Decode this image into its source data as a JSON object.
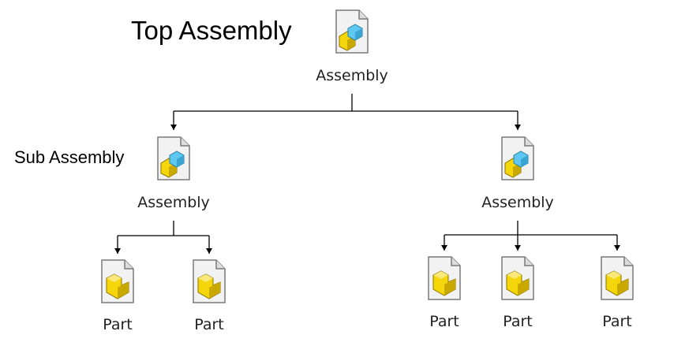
{
  "title": "Top Assembly",
  "sub_label": "Sub Assembly",
  "icons": {
    "assembly": "assembly-file-icon",
    "part": "part-file-icon"
  },
  "colors": {
    "part_yellow": "#f5d60a",
    "part_shade": "#c9a800",
    "assembly_blue": "#5ec8f0",
    "line": "#000000"
  },
  "tree": {
    "root": {
      "label": "Assembly",
      "type": "assembly"
    },
    "left_sub": {
      "label": "Assembly",
      "type": "assembly",
      "children": [
        {
          "label": "Part"
        },
        {
          "label": "Part"
        }
      ]
    },
    "right_sub": {
      "label": "Assembly",
      "type": "assembly",
      "children": [
        {
          "label": "Part"
        },
        {
          "label": "Part"
        },
        {
          "label": "Part"
        }
      ]
    }
  }
}
